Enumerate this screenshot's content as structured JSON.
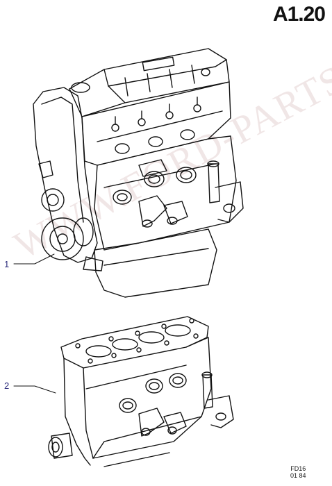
{
  "diagram": {
    "section_code": "A1.20",
    "callouts": [
      {
        "number": "1",
        "part": "engine-assembly"
      },
      {
        "number": "2",
        "part": "short-engine-block"
      }
    ],
    "reference_code": [
      "FD16",
      "01 84"
    ],
    "watermark_text": "WWW.FORD-PARTS.RU"
  }
}
